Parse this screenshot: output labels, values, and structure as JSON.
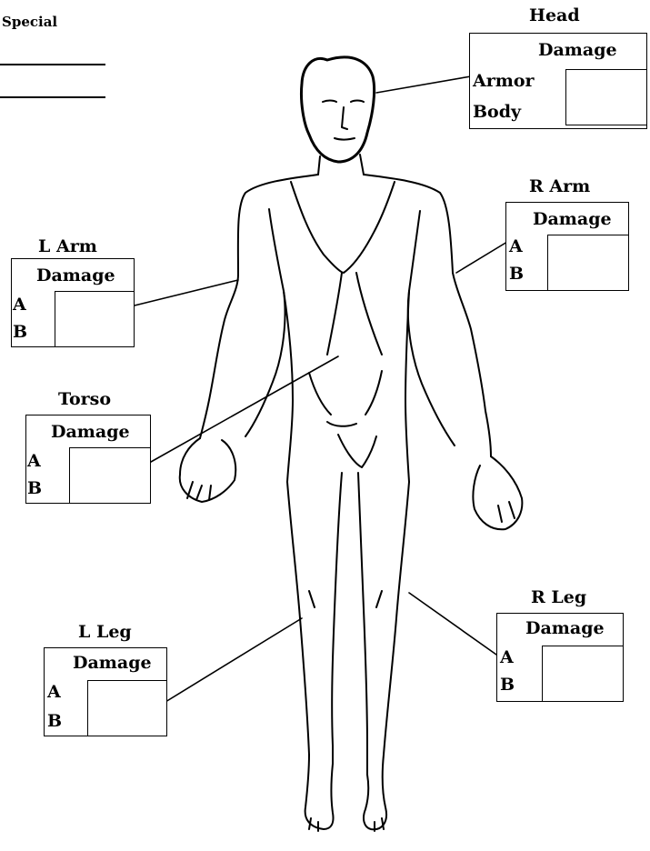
{
  "special": {
    "label": "Special"
  },
  "head": {
    "title": "Head",
    "damage": "Damage",
    "row1": "Armor",
    "row2": "Body"
  },
  "r_arm": {
    "title": "R Arm",
    "damage": "Damage",
    "row1": "A",
    "row2": "B"
  },
  "l_arm": {
    "title": "L Arm",
    "damage": "Damage",
    "row1": "A",
    "row2": "B"
  },
  "torso": {
    "title": "Torso",
    "damage": "Damage",
    "row1": "A",
    "row2": "B"
  },
  "r_leg": {
    "title": "R Leg",
    "damage": "Damage",
    "row1": "A",
    "row2": "B"
  },
  "l_leg": {
    "title": "L Leg",
    "damage": "Damage",
    "row1": "A",
    "row2": "B"
  }
}
